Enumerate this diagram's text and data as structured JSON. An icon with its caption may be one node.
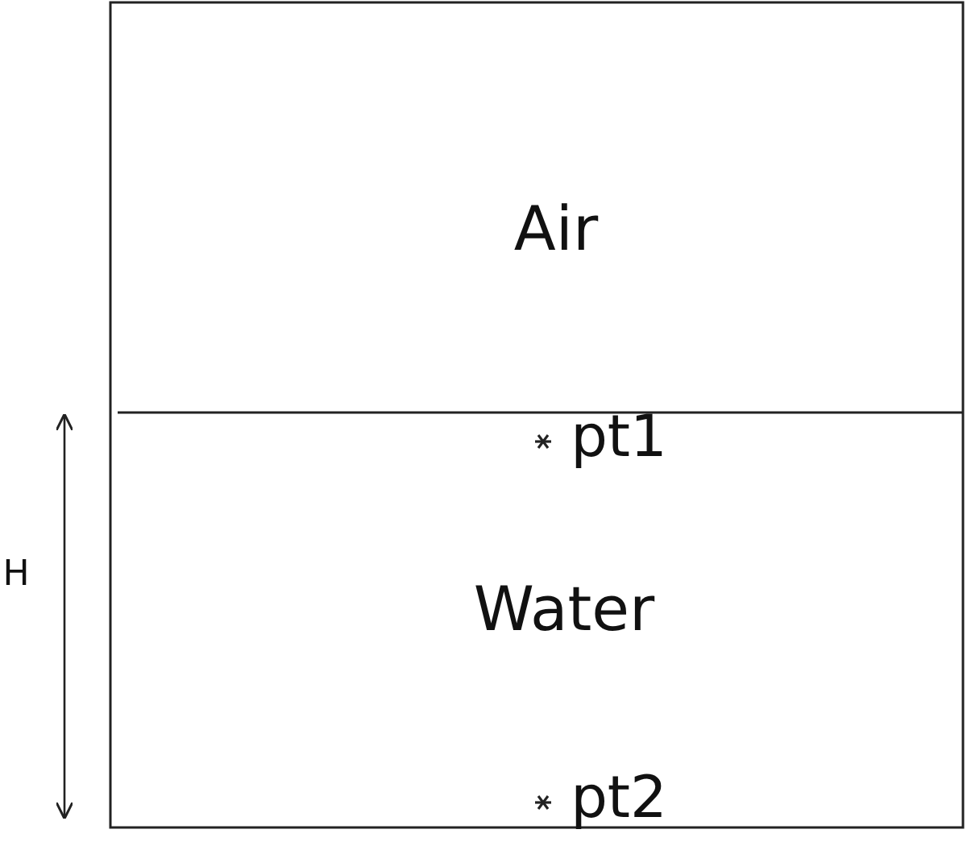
{
  "diagram": {
    "labels": [
      "Air",
      "pt1",
      "H",
      "Water",
      "pt2"
    ]
  }
}
